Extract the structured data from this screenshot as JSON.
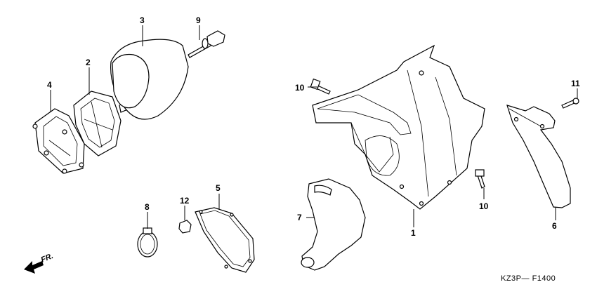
{
  "diagram": {
    "callouts": [
      {
        "id": "c1",
        "label": "1"
      },
      {
        "id": "c2",
        "label": "2"
      },
      {
        "id": "c3",
        "label": "3"
      },
      {
        "id": "c4",
        "label": "4"
      },
      {
        "id": "c5",
        "label": "5"
      },
      {
        "id": "c6",
        "label": "6"
      },
      {
        "id": "c7",
        "label": "7"
      },
      {
        "id": "c8",
        "label": "8"
      },
      {
        "id": "c9",
        "label": "9"
      },
      {
        "id": "c10a",
        "label": "10"
      },
      {
        "id": "c10b",
        "label": "10"
      },
      {
        "id": "c11",
        "label": "11"
      },
      {
        "id": "c12",
        "label": "12"
      }
    ],
    "direction_label": "FR.",
    "reference_code": "KZ3P— F1400"
  }
}
